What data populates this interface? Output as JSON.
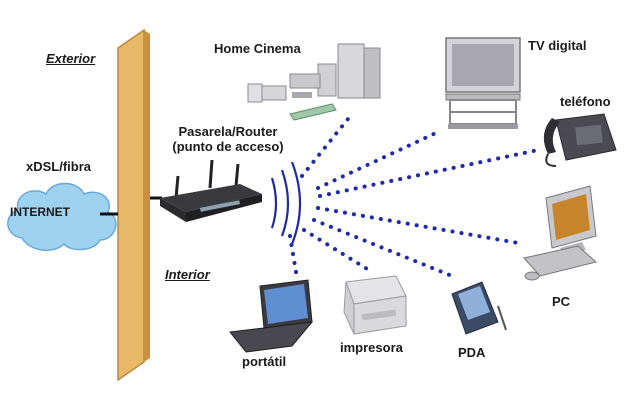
{
  "labels": {
    "exterior": "Exterior",
    "interior": "Interior",
    "wan_link": "xDSL/fibra",
    "internet": "INTERNET",
    "router_line1": "Pasarela/Router",
    "router_line2": "(punto de acceso)",
    "home_cinema": "Home Cinema",
    "tv": "TV digital",
    "phone": "teléfono",
    "pc": "PC",
    "pda": "PDA",
    "printer": "impresora",
    "laptop": "portátil"
  },
  "colors": {
    "wall": "#e9b96a",
    "wall_edge": "#b98a3e",
    "cloud": "#9fd2ef",
    "cloud_edge": "#6aaad6",
    "dots": "#1e2aa8",
    "waves": "#1e2aa8"
  },
  "icons": [
    "router-icon",
    "cloud-icon",
    "home-cinema-icon",
    "tv-icon",
    "phone-icon",
    "pc-icon",
    "pda-icon",
    "printer-icon",
    "laptop-icon"
  ]
}
